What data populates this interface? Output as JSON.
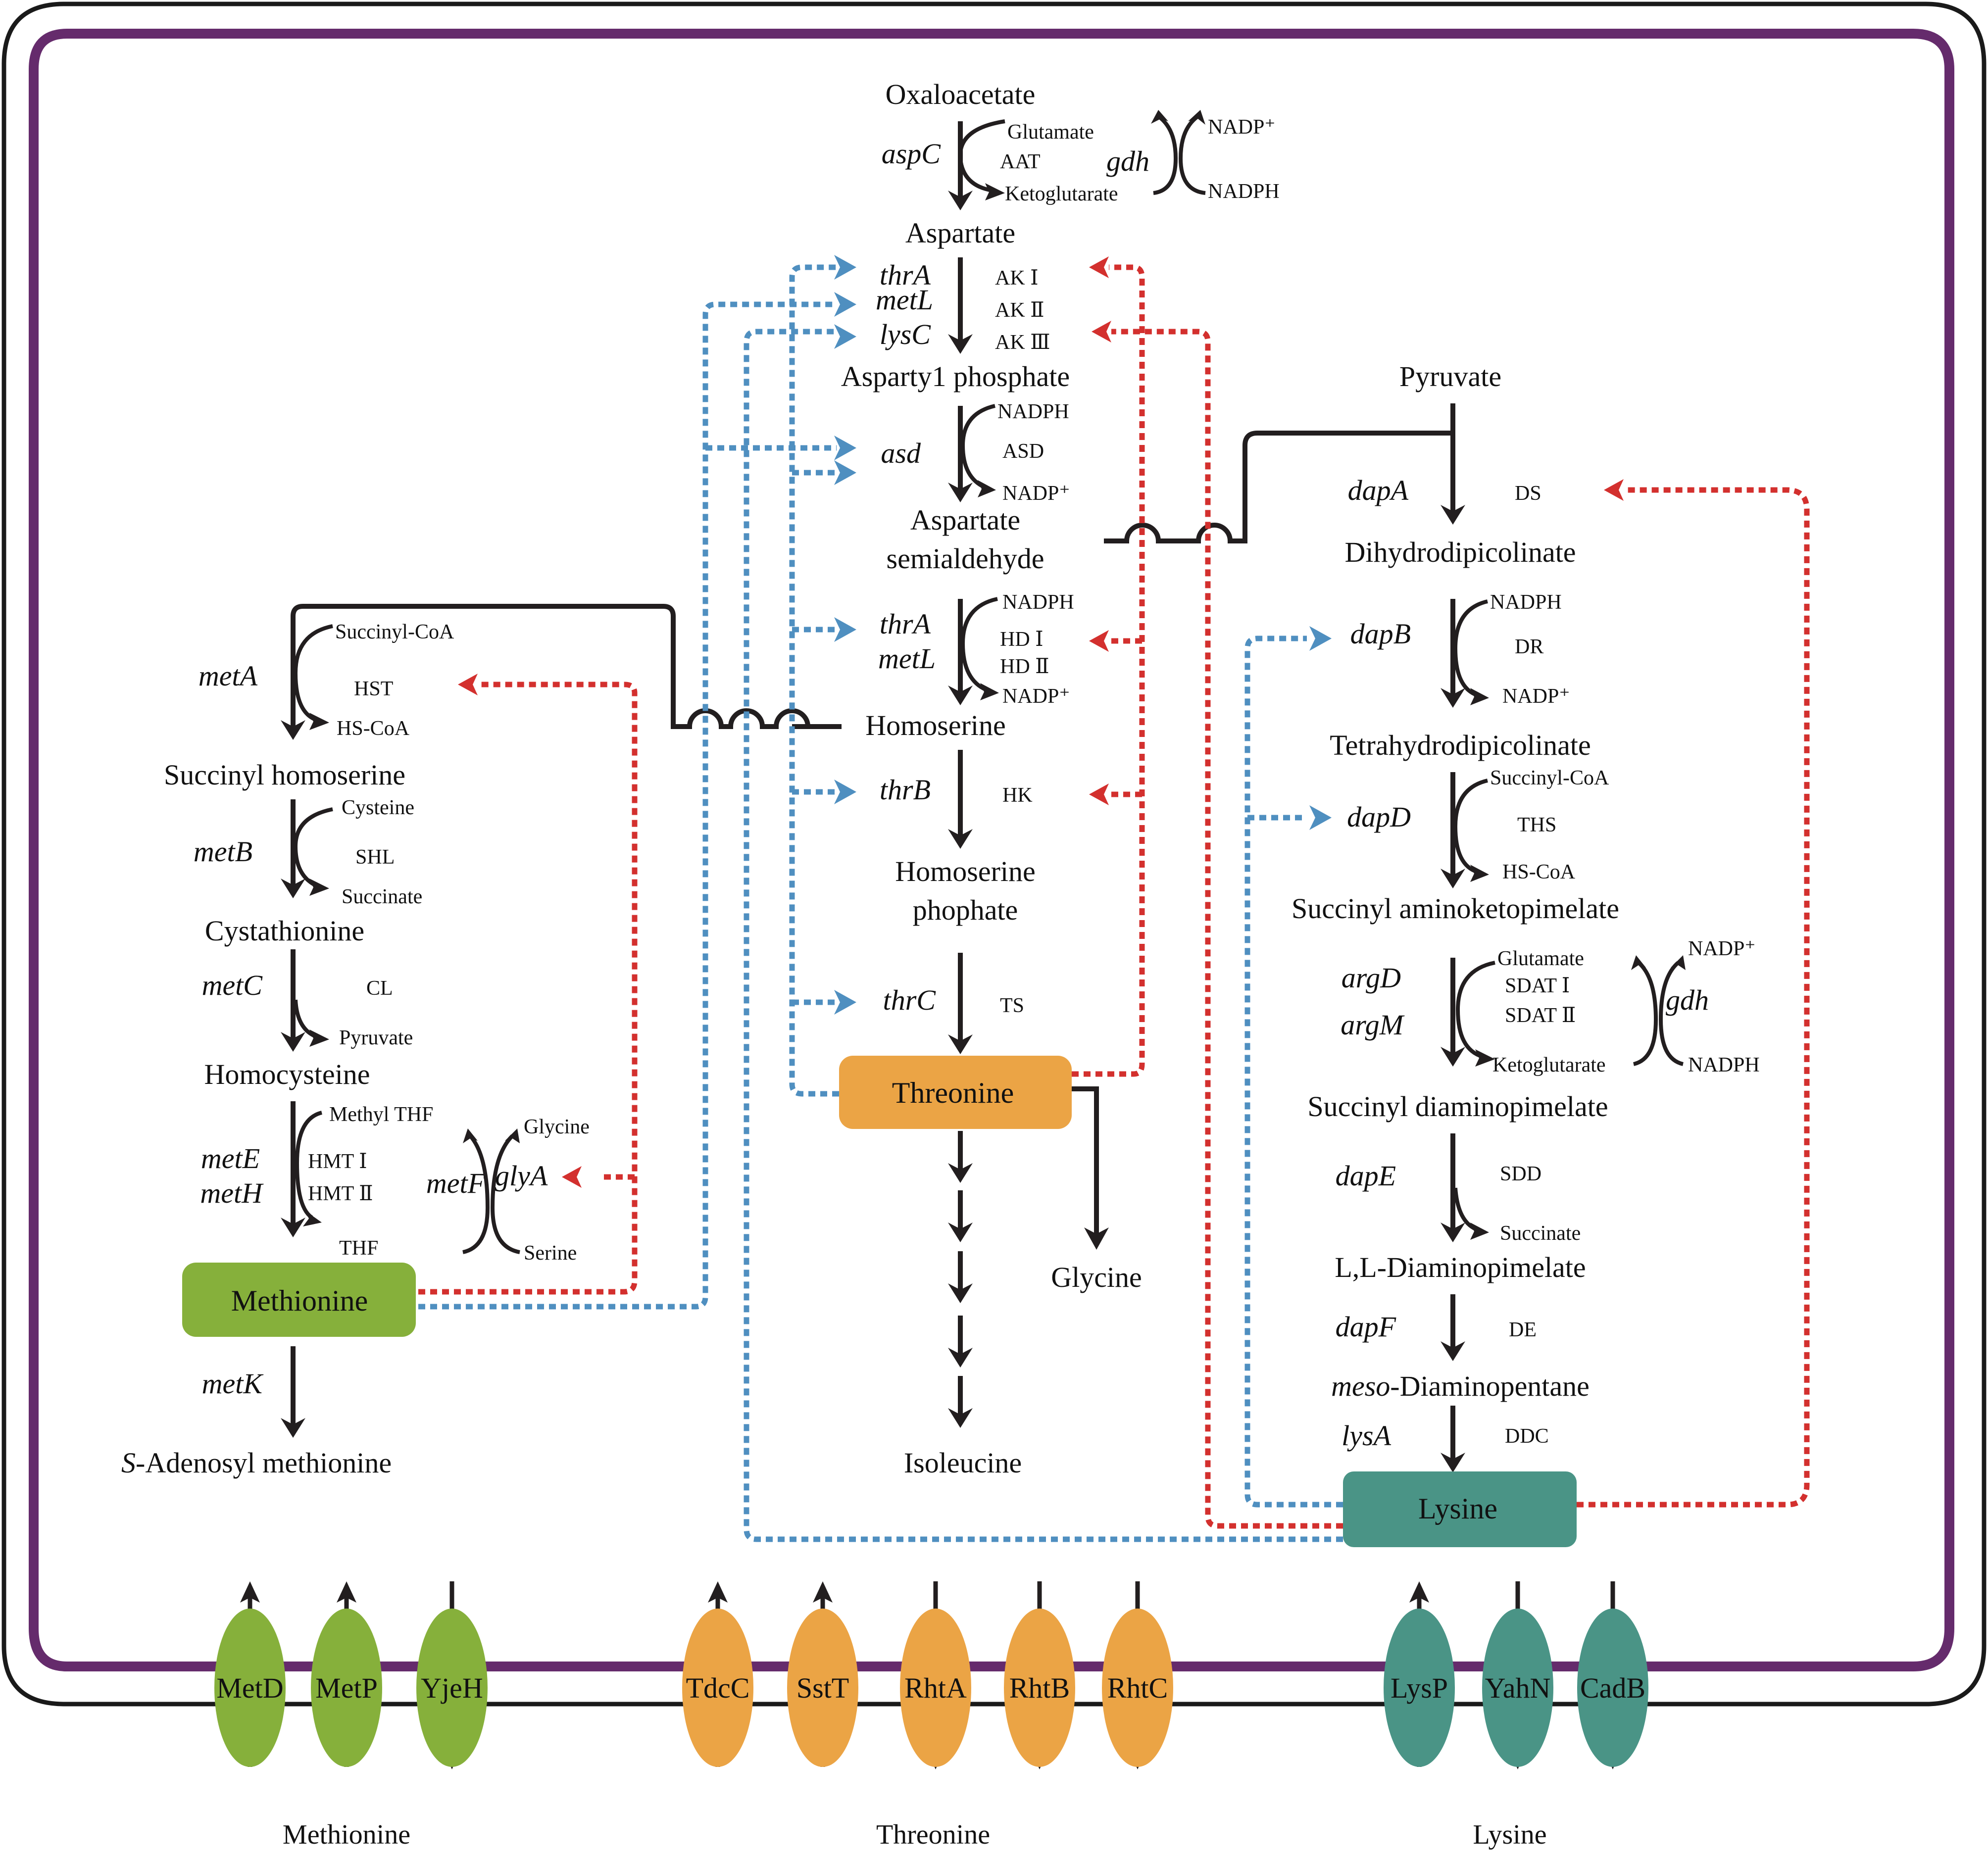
{
  "colors": {
    "outer_membrane": "#1a1a1a",
    "inner_membrane": "#652b6c",
    "methionine": "#86b03b",
    "threonine": "#eba445",
    "lysine": "#4a9486",
    "feedback_inhibition": "#d3302e",
    "transcriptional_repression": "#4f8fc0"
  },
  "central": {
    "oxaloacetate": "Oxaloacetate",
    "aspC": "aspC",
    "aat": "AAT",
    "glutamate": "Glutamate",
    "ketoglutarate": "Ketoglutarate",
    "gdh": "gdh",
    "nadp_plus": "NADP⁺",
    "nadph": "NADPH",
    "aspartate": "Aspartate",
    "thrA": "thrA",
    "metL": "metL",
    "lysC": "lysC",
    "ak1": "AK Ⅰ",
    "ak2": "AK Ⅱ",
    "ak3": "AK Ⅲ",
    "aspartyl_phosphate": "Asparty1 phosphate",
    "asd": "asd",
    "asd_enzyme": "ASD",
    "asd_nadph": "NADPH",
    "asd_nadp": "NADP⁺",
    "asa_line1": "Aspartate",
    "asa_line2": "semialdehyde",
    "hd_thrA": "thrA",
    "hd_metL": "metL",
    "hd1": "HD Ⅰ",
    "hd2": "HD Ⅱ",
    "hd_nadph": "NADPH",
    "hd_nadp": "NADP⁺",
    "homoserine": "Homoserine",
    "thrB": "thrB",
    "hk": "HK",
    "hsp_line1": "Homoserine",
    "hsp_line2": "phophate",
    "thrC": "thrC",
    "ts": "TS",
    "threonine": "Threonine",
    "glycine": "Glycine",
    "isoleucine": "Isoleucine"
  },
  "methionine_branch": {
    "metA": "metA",
    "hst": "HST",
    "succinyl_coa": "Succinyl-CoA",
    "hs_coa": "HS-CoA",
    "succinyl_homoserine": "Succinyl homoserine",
    "metB": "metB",
    "shl": "SHL",
    "cysteine": "Cysteine",
    "succinate": "Succinate",
    "cystathionine": "Cystathionine",
    "metC": "metC",
    "cl": "CL",
    "pyruvate": "Pyruvate",
    "homocysteine": "Homocysteine",
    "metE": "metE",
    "metH": "metH",
    "hmt1": "HMT Ⅰ",
    "hmt2": "HMT Ⅱ",
    "methyl_thf": "Methyl THF",
    "thf": "THF",
    "metF": "metF",
    "glyA": "glyA",
    "glycine": "Glycine",
    "serine": "Serine",
    "methionine": "Methionine",
    "metK": "metK",
    "sam_prefix": "S",
    "sam_rest": "-Adenosyl methionine"
  },
  "lysine_branch": {
    "pyruvate": "Pyruvate",
    "dapA": "dapA",
    "ds": "DS",
    "dihydrodipicolinate": "Dihydrodipicolinate",
    "dapB": "dapB",
    "dr": "DR",
    "dr_nadph": "NADPH",
    "dr_nadp": "NADP⁺",
    "tetrahydrodipicolinate": "Tetrahydrodipicolinate",
    "dapD": "dapD",
    "ths": "THS",
    "succinyl_coa": "Succinyl-CoA",
    "hs_coa": "HS-CoA",
    "succinyl_aminoketopimelate": "Succinyl aminoketopimelate",
    "argD": "argD",
    "argM": "argM",
    "sdat1": "SDAT Ⅰ",
    "sdat2": "SDAT Ⅱ",
    "glutamate": "Glutamate",
    "ketoglutarate": "Ketoglutarate",
    "gdh": "gdh",
    "nadp_plus": "NADP⁺",
    "nadph": "NADPH",
    "succinyl_diaminopimelate": "Succinyl diaminopimelate",
    "dapE": "dapE",
    "sdd": "SDD",
    "succinate": "Succinate",
    "ll_dap": "L,L-Diaminopimelate",
    "dapF": "dapF",
    "de": "DE",
    "meso_prefix": "meso",
    "meso_rest": "-Diaminopentane",
    "lysA": "lysA",
    "ddc": "DDC",
    "lysine": "Lysine"
  },
  "transporters": {
    "methionine": {
      "label": "Methionine",
      "items": [
        {
          "name": "MetD",
          "direction": "import"
        },
        {
          "name": "MetP",
          "direction": "import"
        },
        {
          "name": "YjeH",
          "direction": "export"
        }
      ]
    },
    "threonine": {
      "label": "Threonine",
      "items": [
        {
          "name": "TdcC",
          "direction": "import"
        },
        {
          "name": "SstT",
          "direction": "import"
        },
        {
          "name": "RhtA",
          "direction": "export"
        },
        {
          "name": "RhtB",
          "direction": "export"
        },
        {
          "name": "RhtC",
          "direction": "export"
        }
      ]
    },
    "lysine": {
      "label": "Lysine",
      "items": [
        {
          "name": "LysP",
          "direction": "import"
        },
        {
          "name": "YahN",
          "direction": "export"
        },
        {
          "name": "CadB",
          "direction": "export"
        }
      ]
    }
  }
}
